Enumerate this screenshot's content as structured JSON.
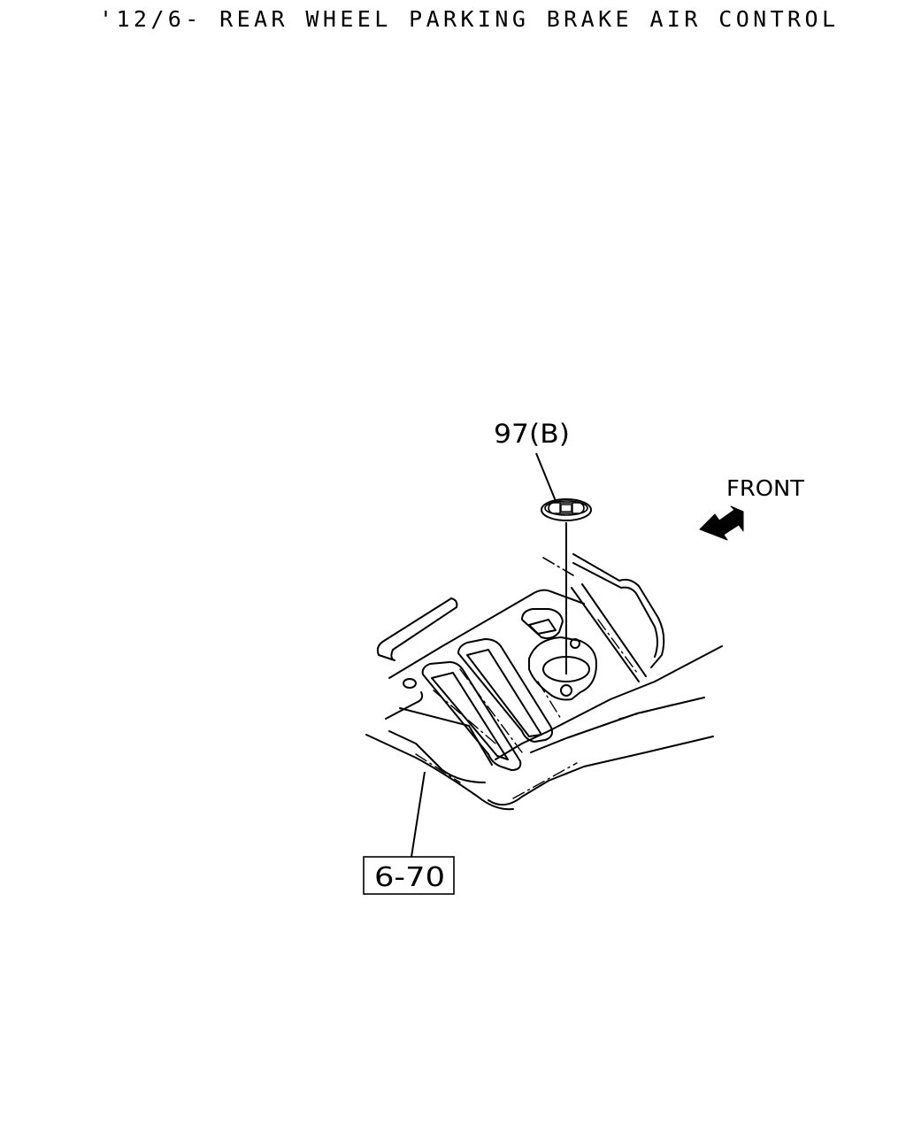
{
  "diagram": {
    "title": "'12/6- REAR WHEEL PARKING BRAKE AIR CONTROL",
    "labels": {
      "part_callout": "97(B)",
      "direction": "FRONT",
      "reference": "6-70"
    },
    "colors": {
      "line": "#000000",
      "background": "#ffffff"
    }
  }
}
